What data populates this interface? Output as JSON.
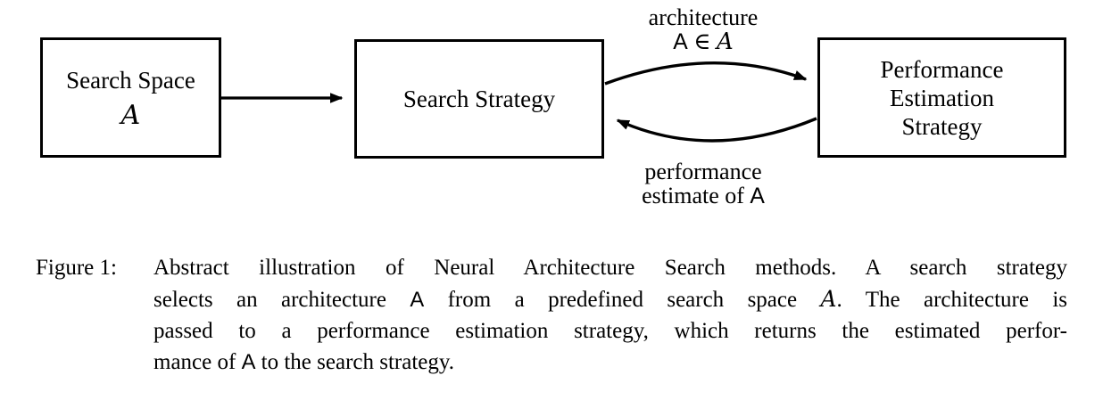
{
  "diagram": {
    "search_space_box": {
      "title": "Search Space",
      "symbol": "A"
    },
    "search_strategy_box": {
      "title": "Search Strategy"
    },
    "performance_box": {
      "line1": "Performance",
      "line2": "Estimation",
      "line3": "Strategy"
    },
    "architecture_label": {
      "line1": "architecture",
      "arch_symbol": "A",
      "element_of": "∈",
      "space_symbol": "A"
    },
    "performance_label": {
      "line1": "performance",
      "line2_text": "estimate of ",
      "arch_symbol": "A"
    }
  },
  "caption": {
    "label": "Figure 1:",
    "line1": {
      "s0": "Abstract illustration of Neural Architecture Search methods. A search strategy"
    },
    "line2": {
      "s0": "selects an architecture ",
      "s1": "A",
      "s2": " from a predefined search space ",
      "s3": "A",
      "s4": ". The architecture is"
    },
    "line3": {
      "s0": "passed to a performance estimation strategy, which returns the estimated perfor-"
    },
    "line4": {
      "s0": "mance of ",
      "s1": "A",
      "s2": " to the search strategy."
    }
  },
  "colors": {
    "ink": "#000000",
    "background": "#ffffff"
  }
}
